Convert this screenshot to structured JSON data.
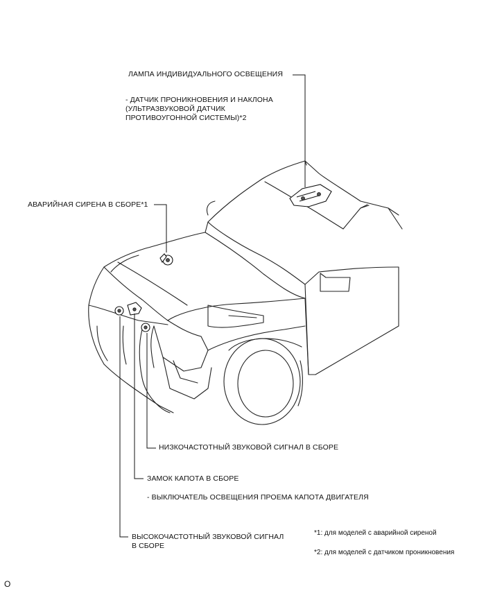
{
  "labels": {
    "lamp": "ЛАМПА ИНДИВИДУАЛЬНОГО ОСВЕЩЕНИЯ",
    "sensor": "- ДАТЧИК ПРОНИКНОВЕНИЯ И НАКЛОНА\n(УЛЬТРАЗВУКОВОЙ ДАТЧИК\nПРОТИВОУГОННОЙ СИСТЕМЫ)*2",
    "siren": "АВАРИЙНАЯ СИРЕНА В СБОРЕ*1",
    "low_horn": "НИЗКОЧАСТОТНЫЙ ЗВУКОВОЙ СИГНАЛ В СБОРЕ",
    "hood_lock": "ЗАМОК КАПОТА В СБОРЕ",
    "hood_switch": "- ВЫКЛЮЧАТЕЛЬ ОСВЕЩЕНИЯ ПРОЕМА КАПОТА ДВИГАТЕЛЯ",
    "high_horn": "ВЫСОКОЧАСТОТНЫЙ ЗВУКОВОЙ СИГНАЛ\nВ СБОРЕ"
  },
  "footnotes": {
    "note1": "*1: для моделей с аварийной сиреной",
    "note2": "*2: для моделей с датчиком проникновения"
  },
  "page_code": "O"
}
